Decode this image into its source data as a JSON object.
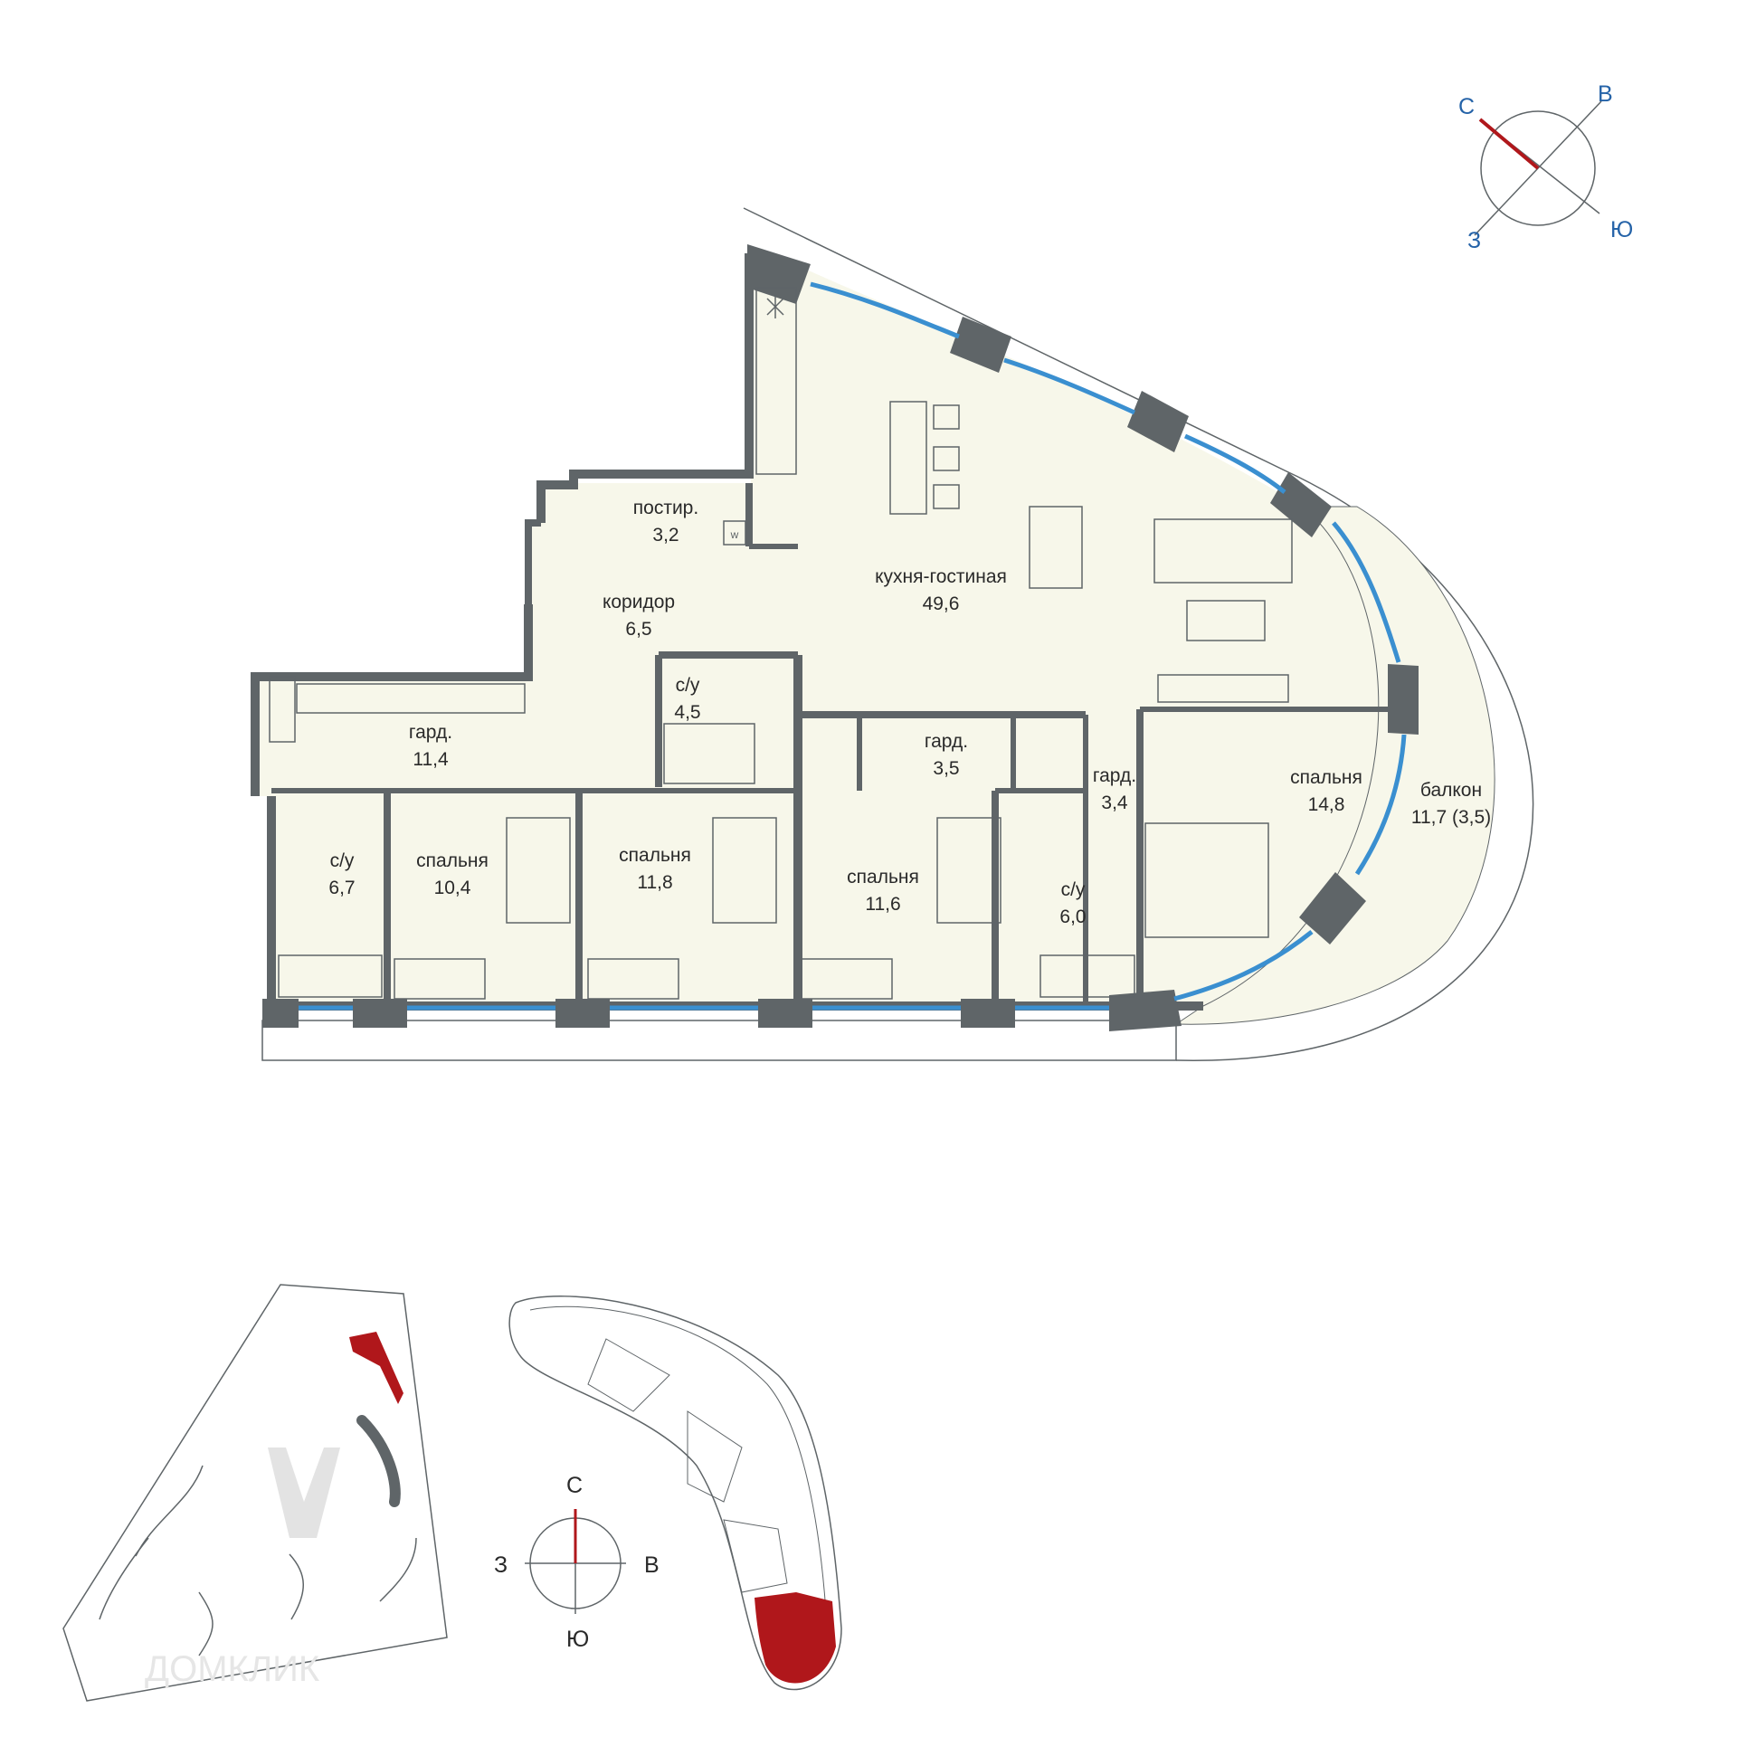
{
  "colors": {
    "floor": "#f7f7ea",
    "wall": "#5f6568",
    "line": "#5f6568",
    "window": "#3a8fd0",
    "accent_red": "#b0171b",
    "compass_blue": "#2563a8",
    "site_gray": "#e3e3e3"
  },
  "rooms": [
    {
      "id": "postir",
      "name": "постир.",
      "area": "3,2"
    },
    {
      "id": "koridor",
      "name": "коридор",
      "area": "6,5"
    },
    {
      "id": "kitchen",
      "name": "кухня-гостиная",
      "area": "49,6"
    },
    {
      "id": "su1",
      "name": "с/у",
      "area": "4,5"
    },
    {
      "id": "gard1",
      "name": "гард.",
      "area": "11,4"
    },
    {
      "id": "gard2",
      "name": "гард.",
      "area": "3,5"
    },
    {
      "id": "gard3",
      "name": "гард.",
      "area": "3,4"
    },
    {
      "id": "bed_master",
      "name": "спальня",
      "area": "14,8"
    },
    {
      "id": "balcony",
      "name": "балкон",
      "area": "11,7 (3,5)"
    },
    {
      "id": "su2",
      "name": "с/у",
      "area": "6,7"
    },
    {
      "id": "bed1",
      "name": "спальня",
      "area": "10,4"
    },
    {
      "id": "bed2",
      "name": "спальня",
      "area": "11,8"
    },
    {
      "id": "bed3",
      "name": "спальня",
      "area": "11,6"
    },
    {
      "id": "su3",
      "name": "с/у",
      "area": "6,0"
    }
  ],
  "compass_top": {
    "n": "С",
    "e": "В",
    "s": "Ю",
    "w": "З"
  },
  "compass_bottom": {
    "n": "С",
    "e": "В",
    "s": "Ю",
    "w": "З"
  },
  "icons": [
    "snowflake-icon",
    "washer-icon",
    "watermark-logo"
  ],
  "watermark": "ДОМКЛИК"
}
